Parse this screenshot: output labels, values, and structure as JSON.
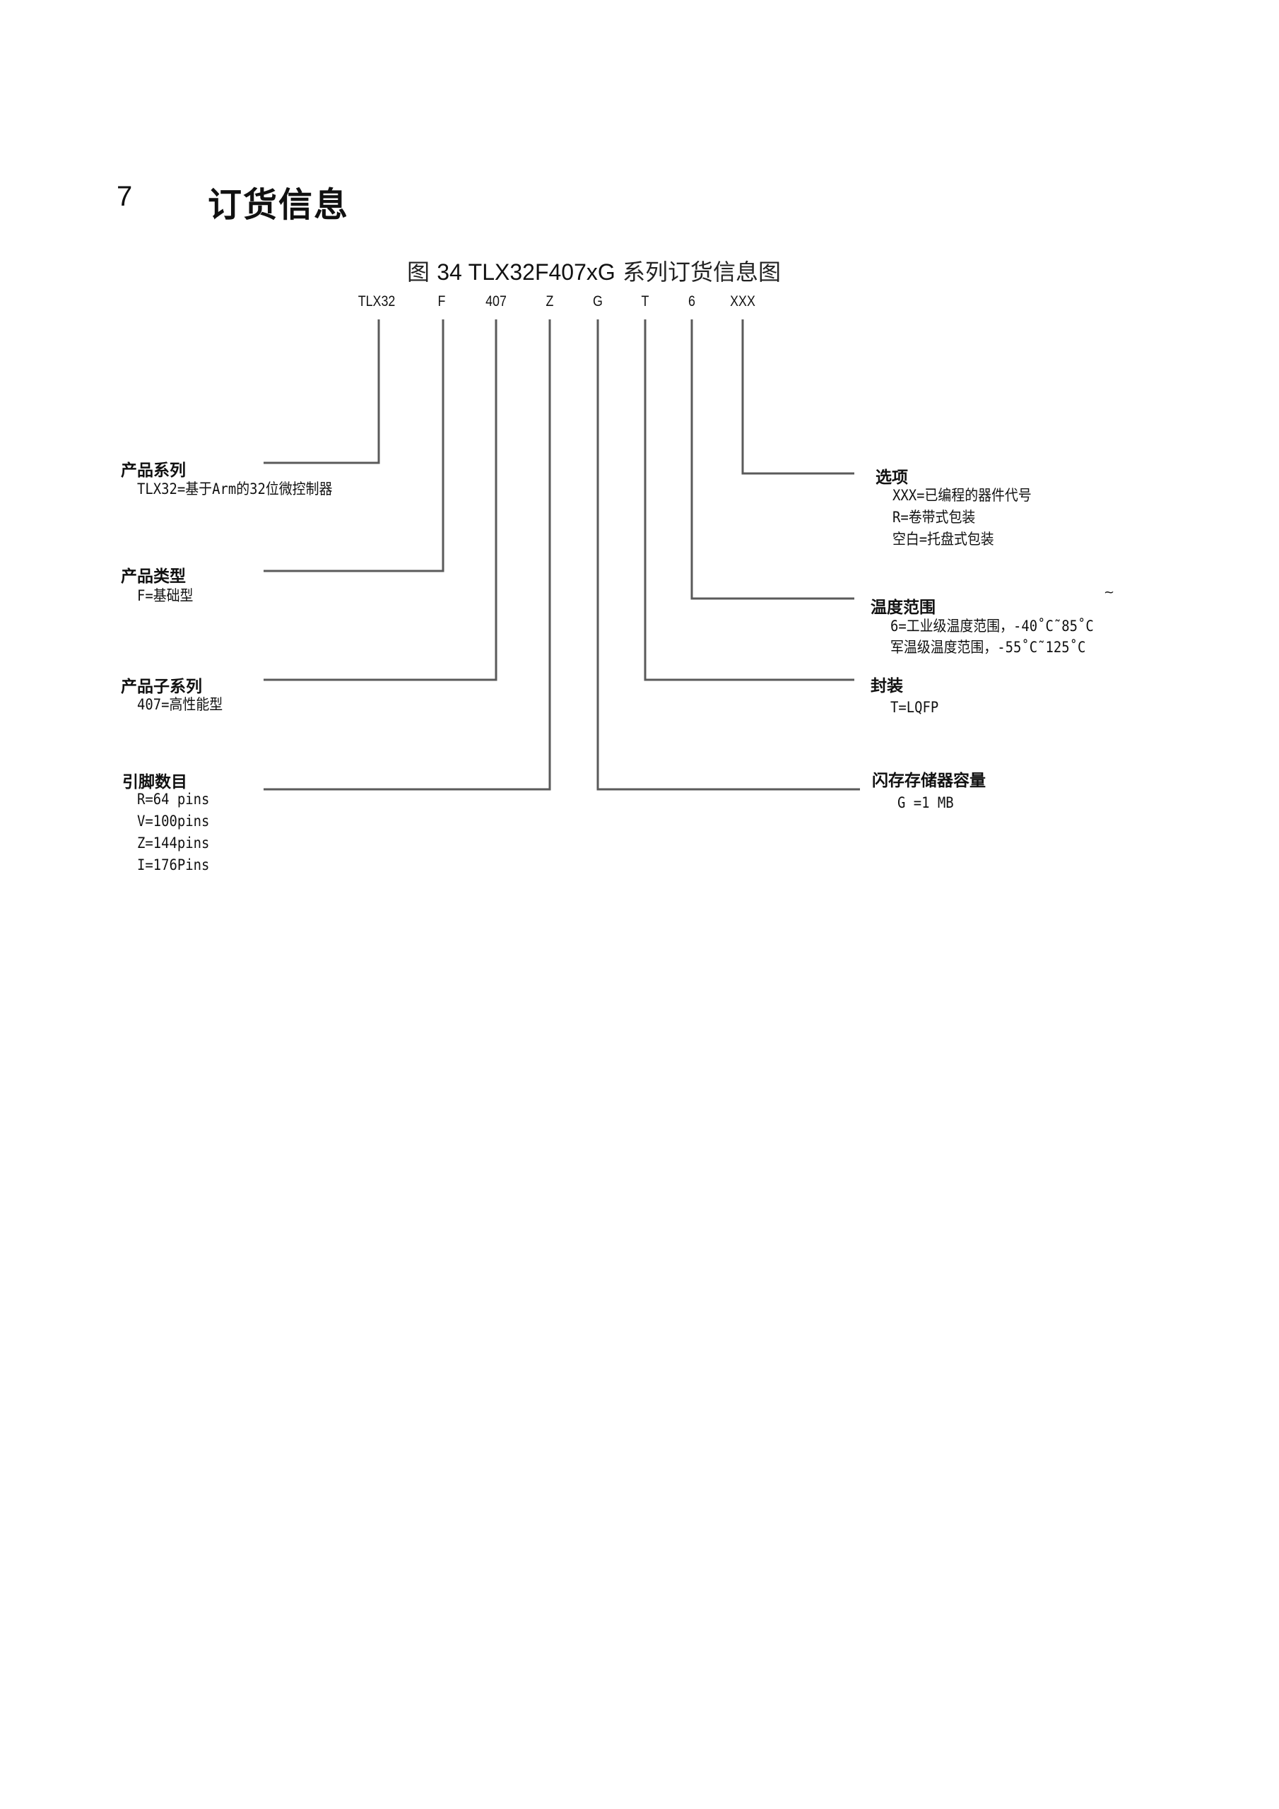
{
  "section": {
    "number": "7",
    "title": "订货信息"
  },
  "figure": {
    "prefix": "图",
    "number_code": "34 TLX32F407xG",
    "suffix": "系列订货信息图"
  },
  "code_parts": [
    "TLX32",
    "F",
    "407",
    "Z",
    "G",
    "T",
    "6",
    "XXX"
  ],
  "left_labels": [
    {
      "title": "产品系列",
      "lines": [
        "TLX32=基于Arm的32位微控制器"
      ]
    },
    {
      "title": "产品类型",
      "lines": [
        "F=基础型"
      ]
    },
    {
      "title": "产品子系列",
      "lines": [
        "407=高性能型"
      ]
    },
    {
      "title": "引脚数目",
      "lines": [
        "R=64 pins",
        "V=100pins",
        "Z=144pins",
        "I=176Pins"
      ]
    }
  ],
  "right_labels": [
    {
      "title": "选项",
      "lines": [
        "XXX=已编程的器件代号",
        "R=卷带式包装",
        "空白=托盘式包装"
      ]
    },
    {
      "title": "温度范围",
      "lines": [
        "6=工业级温度范围，-40˚C˜85˚C",
        "军温级温度范围，-55˚C˜125˚C"
      ],
      "stray_mark": "~"
    },
    {
      "title": "封装",
      "lines": [
        "T=LQFP"
      ]
    },
    {
      "title": "闪存存储器容量",
      "lines": [
        "G =1 MB"
      ]
    }
  ],
  "colors": {
    "line": "#5a5a5a",
    "text": "#111111"
  }
}
